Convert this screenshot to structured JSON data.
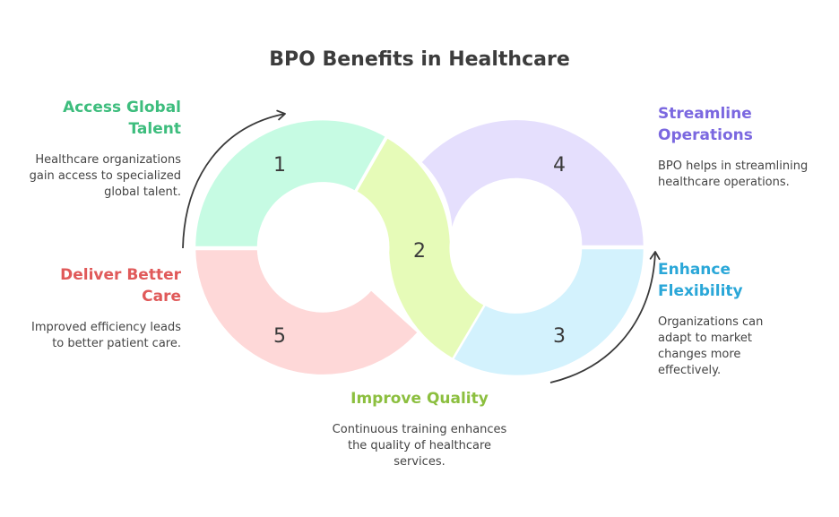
{
  "title": "BPO Benefits in Healthcare",
  "colors": {
    "segment_1": "#c6fbe3",
    "segment_2": "#e6fbb8",
    "segment_3": "#d3f2fd",
    "segment_4": "#e5dffd",
    "segment_5": "#fed8d8",
    "heading_1": "#3dbd7d",
    "heading_2": "#8cbf3f",
    "heading_3": "#2aa7d8",
    "heading_4": "#7b68e0",
    "heading_5": "#e05a5a",
    "arrow": "#3a3a3a"
  },
  "segments": [
    {
      "number": "1",
      "label": "Access Global Talent",
      "description": "Healthcare organizations gain access to specialized global talent."
    },
    {
      "number": "2",
      "label": "Improve Quality",
      "description": "Continuous training enhances the quality of healthcare services."
    },
    {
      "number": "3",
      "label": "Enhance Flexibility",
      "description": "Organizations can adapt to market changes more effectively."
    },
    {
      "number": "4",
      "label": "Streamline Operations",
      "description": "BPO helps in streamlining healthcare operations."
    },
    {
      "number": "5",
      "label": "Deliver Better Care",
      "description": "Improved efficiency leads to better patient care."
    }
  ]
}
